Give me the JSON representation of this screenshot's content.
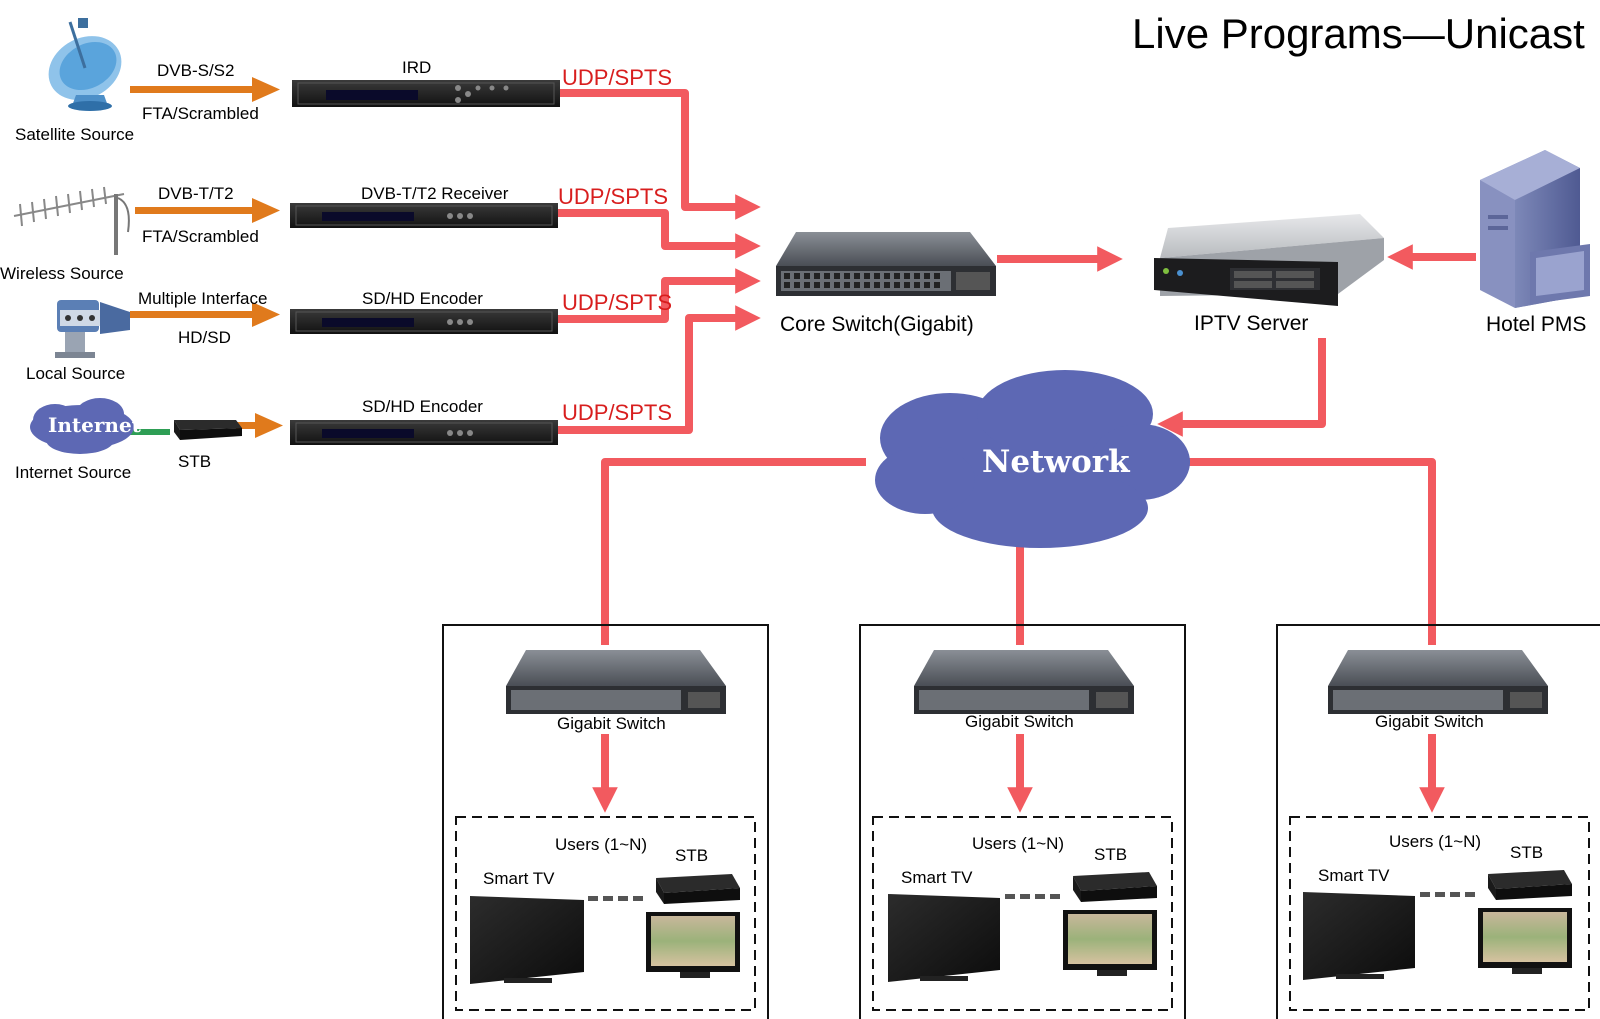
{
  "title": "Live Programs—Unicast",
  "sources": [
    {
      "label": "Satellite Source",
      "signal_top": "DVB-S/S2",
      "signal_bottom": "FTA/Scrambled",
      "device": "IRD",
      "output": "UDP/SPTS"
    },
    {
      "label": "Wireless Source",
      "signal_top": "DVB-T/T2",
      "signal_bottom": "FTA/Scrambled",
      "device": "DVB-T/T2 Receiver",
      "output": "UDP/SPTS"
    },
    {
      "label": "Local Source",
      "signal_top": "Multiple Interface",
      "signal_bottom": "HD/SD",
      "device": "SD/HD Encoder",
      "output": "UDP/SPTS"
    },
    {
      "label": "Internet Source",
      "cloud_text": "Internet",
      "stb": "STB",
      "device": "SD/HD Encoder",
      "output": "UDP/SPTS"
    }
  ],
  "core_switch": "Core Switch(Gigabit)",
  "iptv_server": "IPTV Server",
  "hotel_pms": "Hotel PMS",
  "network": "Network",
  "user_groups": [
    {
      "switch": "Gigabit Switch",
      "users": "Users (1~N)",
      "tv": "Smart TV",
      "stb": "STB"
    },
    {
      "switch": "Gigabit Switch",
      "users": "Users (1~N)",
      "tv": "Smart TV",
      "stb": "STB"
    },
    {
      "switch": "Gigabit Switch",
      "users": "Users (1~N)",
      "tv": "Smart TV",
      "stb": "STB"
    }
  ],
  "colors": {
    "link": "#f25a5f",
    "arrow": "#e07a1c",
    "cloud": "#5d68b4",
    "udp": "#d81e1e"
  }
}
